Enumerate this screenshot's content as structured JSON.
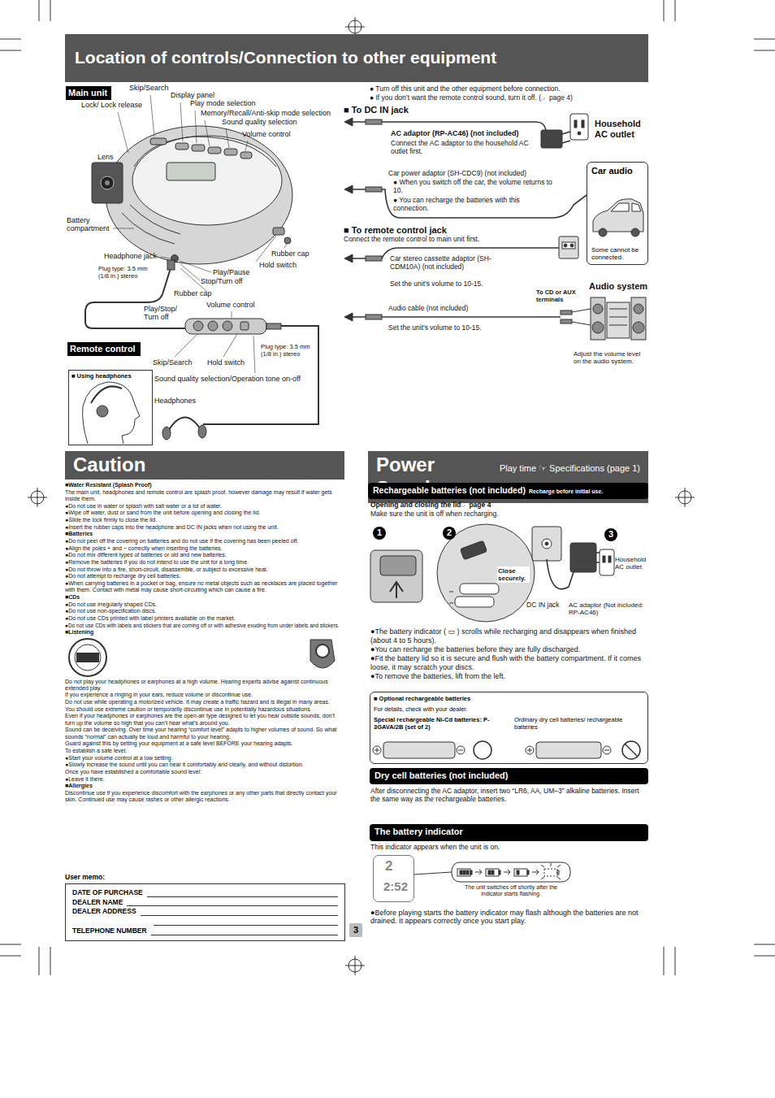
{
  "diagram": {
    "title": "Location of controls/Connection to other equipment",
    "nodes": [
      {
        "text": [
          "Main unit"
        ]
      },
      {
        "text": [
          "Remote control"
        ]
      },
      {
        "text": [
          "■ Using headphones"
        ]
      },
      {
        "text": [
          "Car audio",
          "Some cannot be connected."
        ]
      },
      {
        "text": [
          "Caution"
        ]
      },
      {
        "text": [
          "User memo:",
          "DATE OF PURCHASE",
          "DEALER NAME",
          "DEALER ADDRESS",
          "TELEPHONE NUMBER"
        ]
      },
      {
        "text": [
          "3"
        ]
      },
      {
        "text": [
          "Power Supply",
          "Play time ☞ Specifications (page 1)"
        ]
      },
      {
        "text": [
          "Rechargeable batteries (not included)",
          "Recharge before initial use."
        ]
      },
      {
        "text": [
          "1"
        ]
      },
      {
        "text": [
          "2"
        ]
      },
      {
        "text": [
          "3"
        ]
      },
      {
        "text": [
          "■ Optional rechargeable batteries",
          "For details, check with your dealer.",
          "Special rechargeable Ni-Cd batteries: P-3GAVA/2B (set of 2)",
          "Ordinary dry cell batteries/ rechargeable batteries"
        ]
      },
      {
        "text": [
          "Dry cell batteries (not included)"
        ]
      },
      {
        "text": [
          "The battery indicator"
        ]
      },
      {
        "text": [
          "2",
          "2:52"
        ]
      }
    ],
    "labels": [
      "Skip/Search",
      "Display panel",
      "Lock/ Lock release",
      "Play mode selection",
      "Memory/Recall/Anti-skip mode selection",
      "Sound quality selection",
      "Volume control",
      "Lens",
      "Battery compartment",
      "Rubber cap",
      "Hold switch",
      "Headphone jack",
      "Plug type: 3.5 mm (1/8 in.) stereo",
      "Rubber cap",
      "Play/Pause",
      "Stop/Turn off",
      "Play/Stop/ Turn off",
      "Volume control",
      "Skip/Search",
      "Hold switch",
      "Plug type: 3.5 mm (1/8 in.) stereo",
      "Sound quality selection/Operation tone on-off",
      "Headphones",
      "● Turn off this unit and the other equipment before connection.",
      "● If you don’t want the remote control sound, turn it off. (☞ page 4)",
      "■ To DC IN jack",
      "AC adaptor (RP-AC46) (not included)",
      "Connect the AC adaptor to the household AC outlet first.",
      "Household AC outlet",
      "Car power adaptor (SH-CDC9) (not included)",
      "● When you switch off the car, the volume returns to 10.",
      "● You can recharge the batteries with this connection.",
      "■ To remote control jack",
      "Connect the remote control to main unit first.",
      "Car stereo cassette adaptor (SH-CDM10A) (not included)",
      "Set the unit’s volume to 10-15.",
      "To CD or AUX terminals",
      "Audio system",
      "Audio cable (not included)",
      "Set the unit’s volume to 10-15.",
      "Adjust the volume level on the audio system.",
      "■Water Resistant (Splash Proof)",
      "The main unit, headphones and remote control are splash proof, however damage may result if water gets inside them.",
      "●Do not use in water or splash with salt water or a lot of water.",
      "●Wipe off water, dust or sand from the unit before opening and closing the lid.",
      "●Slide the lock firmly to close the lid.",
      "●Insert the rubber caps into the headphone and DC IN jacks when not using the unit.",
      "■Batteries",
      "●Do not peel off the covering on batteries and do not use if the covering has been peeled off.",
      "●Align the poles + and − correctly when inserting the batteries.",
      "●Do not mix different types of batteries or old and new batteries.",
      "●Remove the batteries if you do not intend to use the unit for a long time.",
      "●Do not throw into a fire, short-circuit, disassemble, or subject to excessive heat.",
      "●Do not attempt to recharge dry cell batteries.",
      "●When carrying batteries in a pocket or bag, ensure no metal objects such as necklaces are placed together with them. Contact with metal may cause short-circuiting which can cause a fire.",
      "■CDs",
      "●Do not use irregularly shaped CDs.",
      "●Do not use non-specification discs.",
      "●Do not use CDs printed with label printers available on the market.",
      "●Do not use CDs with labels and stickers that are coming off or with adhesive exuding from under labels and stickers.",
      "■Listening",
      "Do not play your headphones or earphones at a high volume. Hearing experts advise against continuous extended play.",
      "If you experience a ringing in your ears, reduce volume or discontinue use.",
      "Do not use while operating a motorized vehicle. It may create a traffic hazard and is illegal in many areas.",
      "You should use extreme caution or temporarily discontinue use in potentially hazardous situations.",
      "Even if your headphones or earphones are the open-air type designed to let you hear outside sounds, don’t turn up the volume so high that you can’t hear what’s around you.",
      "Sound can be deceiving. Over time your hearing “comfort level” adapts to higher volumes of sound. So what sounds “normal” can actually be loud and harmful to your hearing.",
      "Guard against this by setting your equipment at a safe level BEFORE your hearing adapts.",
      "To establish a safe level:",
      "●Start your volume control at a low setting.",
      "●Slowly increase the sound until you can hear it comfortably and clearly, and without distortion.",
      "Once you have established a comfortable sound level:",
      "●Leave it there.",
      "■Allergies",
      "Discontinue use if you experience discomfort with the earphones or any other parts that directly contact your skin. Continued use may cause rashes or other allergic reactions.",
      "Opening and closing the lid☞ page 4",
      "Make sure the unit is off when recharging.",
      "Close securely.",
      "Household AC outlet",
      "DC IN jack",
      "AC adaptor (Not included: RP-AC46)",
      "●The battery indicator ( ▭ ) scrolls while recharging and disappears when finished (about 4 to 5 hours).",
      "●You can recharge the batteries before they are fully discharged.",
      "●Fit the battery lid so it is secure and flush with the battery compartment. If it comes loose, it may scratch your discs.",
      "●To remove the batteries, lift from the left.",
      "After disconnecting the AC adaptor, insert two “LR6, AA, UM–3” alkaline batteries. Insert the same way as the rechargeable batteries.",
      "This indicator appears when the unit is on.",
      "The unit switches off shortly after the indicator starts flashing.",
      "●Before playing starts the battery indicator may flash although the batteries are not drained. It appears correctly once you start play."
    ]
  }
}
